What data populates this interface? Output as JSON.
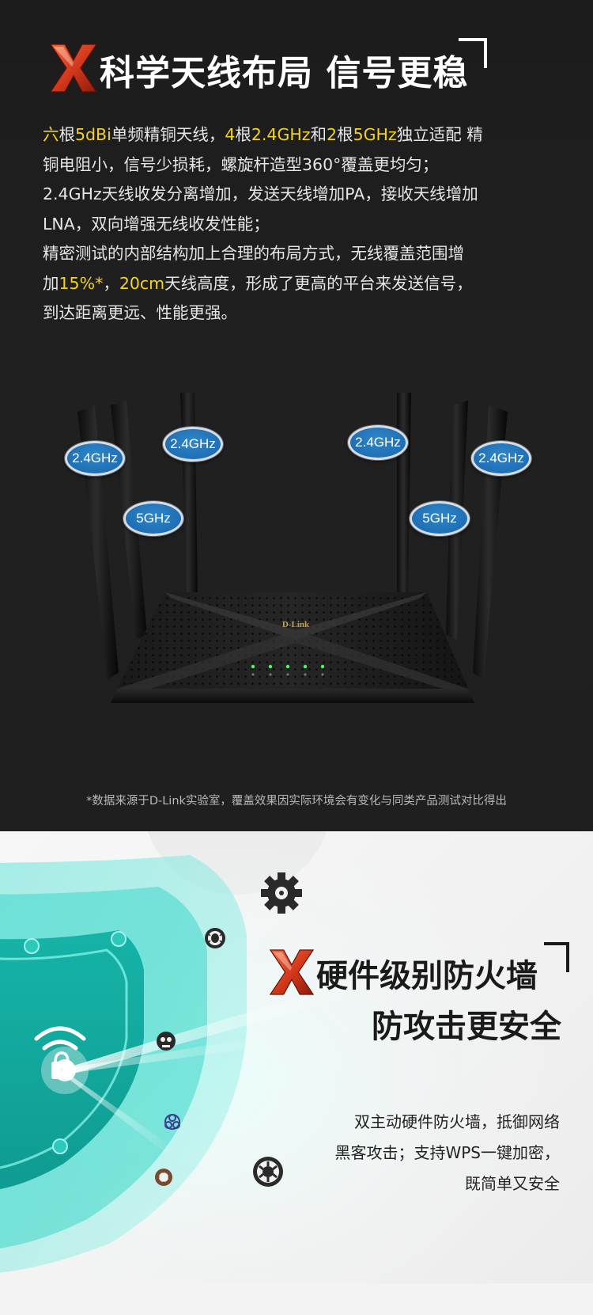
{
  "section1": {
    "title": "科学天线布局 信号更稳",
    "paragraph_lines": [
      [
        {
          "t": "六",
          "hl": true
        },
        {
          "t": "根",
          "hl": false
        },
        {
          "t": "5dBi",
          "hl": true
        },
        {
          "t": "单频精铜天线，",
          "hl": false
        },
        {
          "t": "4",
          "hl": true
        },
        {
          "t": "根",
          "hl": false
        },
        {
          "t": "2.4GHz",
          "hl": true
        },
        {
          "t": "和",
          "hl": false
        },
        {
          "t": "2",
          "hl": true
        },
        {
          "t": "根",
          "hl": false
        },
        {
          "t": "5GHz",
          "hl": true
        },
        {
          "t": "独立适配 精",
          "hl": false
        }
      ],
      [
        {
          "t": "铜电阻小，信号少损耗，螺旋杆造型360°覆盖更均匀；",
          "hl": false
        }
      ],
      [
        {
          "t": "2.4GHz天线收发分离增加，发送天线增加PA，接收天线增加",
          "hl": false
        }
      ],
      [
        {
          "t": "LNA，双向增强无线收发性能；",
          "hl": false
        }
      ],
      [
        {
          "t": "精密测试的内部结构加上合理的布局方式，无线覆盖范围增",
          "hl": false
        }
      ],
      [
        {
          "t": "加",
          "hl": false
        },
        {
          "t": "15%*",
          "hl": true
        },
        {
          "t": "，",
          "hl": false
        },
        {
          "t": "20cm",
          "hl": true
        },
        {
          "t": "天线高度，形成了更高的平台来发送信号，",
          "hl": false
        }
      ],
      [
        {
          "t": "到达距离更远、性能更强。",
          "hl": false
        }
      ]
    ],
    "antenna_labels": [
      {
        "id": "ant-left-outer",
        "text": "2.4GHz"
      },
      {
        "id": "ant-left-inner",
        "text": "5GHz"
      },
      {
        "id": "ant-left-center",
        "text": "2.4GHz"
      },
      {
        "id": "ant-right-center",
        "text": "2.4GHz"
      },
      {
        "id": "ant-right-inner",
        "text": "5GHz"
      },
      {
        "id": "ant-right-outer",
        "text": "2.4GHz"
      }
    ],
    "brand_logo": "D-Link",
    "footnote": "*数据来源于D-Link实验室，覆盖效果因实际环境会有变化与同类产品测试对比得出",
    "colors": {
      "highlight": "#f4d21e",
      "label_blue": "#1f6fb4",
      "accent_red": "#d8361c"
    }
  },
  "section2": {
    "title_line1": "硬件级别防火墙",
    "title_line2": "防攻击更安全",
    "paragraph_lines": [
      "双主动硬件防火墙，抵御网络",
      "黑客攻击；支持WPS一键加密，",
      "既简单又安全"
    ],
    "icons": [
      "gear-virus-icon",
      "bug-icon",
      "skull-icon",
      "biohazard-icon",
      "virus-icon",
      "virus-badge-icon",
      "wifi-icon",
      "lock-icon",
      "shield-icon"
    ],
    "colors": {
      "shield_teal": "#36d2c4",
      "shield_dark": "#14a89d"
    }
  }
}
